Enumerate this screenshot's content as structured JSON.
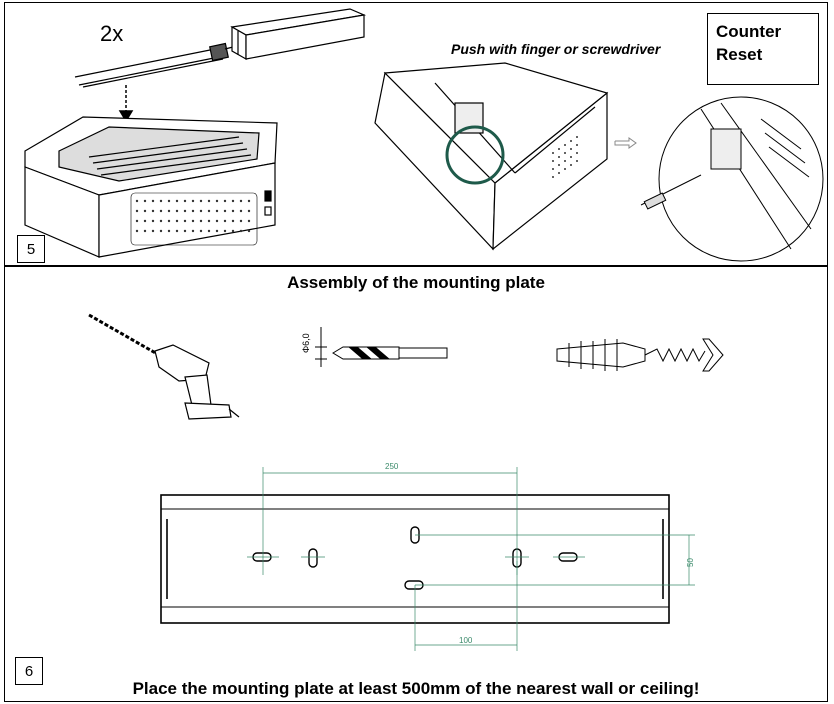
{
  "step5": {
    "number": "5",
    "quantity": "2x",
    "push_note": "Push with finger or screwdriver",
    "reset_label_line1": "Counter",
    "reset_label_line2": "Reset"
  },
  "step6": {
    "number": "6",
    "title": "Assembly of the mounting plate",
    "footer": "Place the mounting plate at least 500mm of the nearest wall or ceiling!",
    "drill_bit_label": "Φ6,0",
    "dimension_width": "250",
    "dimension_height": "50",
    "dimension_offset": "100"
  },
  "icons": [
    "tube-lamp-icon",
    "lamp-box-icon",
    "down-arrow-icon",
    "air-purifier-unit-icon",
    "reset-button-closeup-icon",
    "magnifier-circle-icon",
    "right-arrow-icon",
    "power-drill-icon",
    "drill-bit-icon",
    "wall-plug-screw-icon",
    "mounting-plate-icon"
  ]
}
